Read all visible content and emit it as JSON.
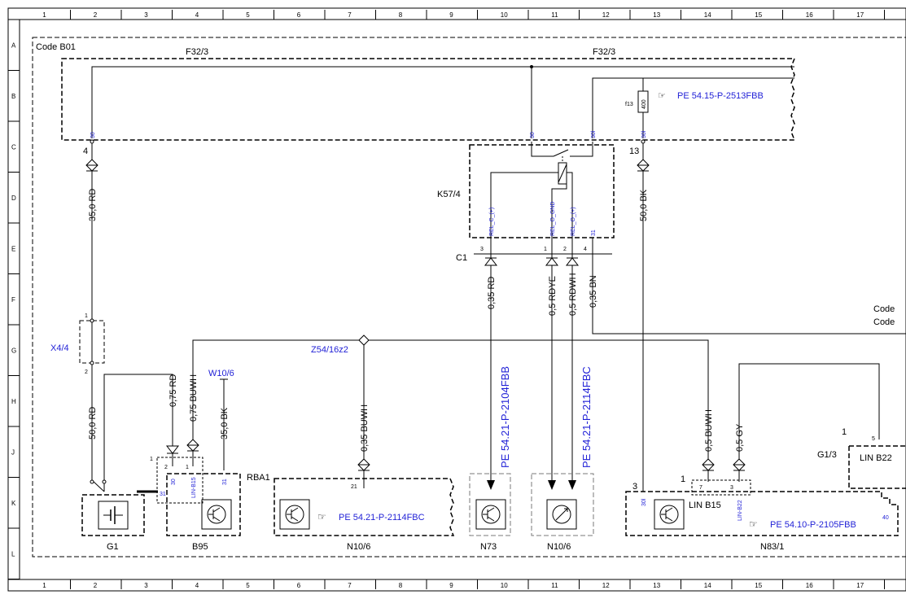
{
  "grid": {
    "columns": [
      "1",
      "2",
      "3",
      "4",
      "5",
      "6",
      "7",
      "8",
      "9",
      "10",
      "11",
      "12",
      "13",
      "14",
      "15",
      "16",
      "17"
    ],
    "rows": [
      "A",
      "B",
      "C",
      "D",
      "E",
      "F",
      "G",
      "H",
      "J",
      "K",
      "L"
    ]
  },
  "code_label": "Code B01",
  "fuse_box": {
    "label_left": "F32/3",
    "label_right": "F32/3",
    "fuse_name": "f13",
    "fuse_rating": "400",
    "ref": "PE 54.15-P-2513FBB"
  },
  "terminals": {
    "t30": "30",
    "t30l": "30l",
    "pin4": "4",
    "pin13": "13"
  },
  "relay": {
    "name": "K57/4",
    "connector": "C1",
    "pins": [
      "REL_C_(+)",
      "REL_O_GND",
      "REL_O_(+)",
      "31"
    ],
    "pin_numbers": [
      "3",
      "1",
      "2",
      "4"
    ]
  },
  "wires": {
    "w_35rd": "35,0 RD",
    "w_50bk": "50,0 BK",
    "w_035rd": "0,35 RD",
    "w_05rdye": "0,5 RDYE",
    "w_05rdwh": "0,5 RDWH",
    "w_035bn": "0,35 BN",
    "w_50rd": "50,0 RD",
    "w_075rd": "0,75 RD",
    "w_075buwh": "0,75 BUWH",
    "w_35bk": "35,0 BK",
    "w_035buwh": "0,35 BUWH",
    "w_05buwh": "0,5 BUWH",
    "w_05gy": "0,5 GY"
  },
  "components": {
    "x4_4": "X4/4",
    "x4_pin1": "1",
    "x4_pin2": "2",
    "z54": "Z54/16z2",
    "w10_6": "W10/6",
    "g1": "G1",
    "b95": "B95",
    "b95_pins": [
      "2",
      "1",
      "30",
      "LIN-B15",
      "31"
    ],
    "b95_pin_top": "1",
    "g1_pin": "31",
    "n10_6_left": "N10/6",
    "rba1": "RBA1",
    "rba1_pin": "21",
    "n10_6_ref": "PE 54.21-P-2114FBC",
    "n73": "N73",
    "n73_ref": "PE 54.21-P-2104FBB",
    "n10_6_right": "N10/6",
    "n10_6_right_ref": "PE 54.21-P-2114FBC",
    "n83_1": "N83/1",
    "n83_pin3": "3",
    "n83_pin30l": "30l",
    "n83_pin1": "1",
    "n83_pin7": "7",
    "n83_pin3b": "3",
    "lin_b15": "LIN B15",
    "lin_b22_pin": "LIN-B22",
    "n83_ref": "PE 54.10-P-2105FBB",
    "n83_pin40": "40",
    "g1_3": "G1/3",
    "g1_3_pin1": "1",
    "g1_3_pin5": "5",
    "lin_b22": "LIN B22"
  },
  "side_labels": {
    "code1": "Code",
    "code2": "Code"
  },
  "colors": {
    "ref_blue": "#1f1fd6",
    "line": "#000000",
    "dashed_gray": "#7a7a7a"
  }
}
